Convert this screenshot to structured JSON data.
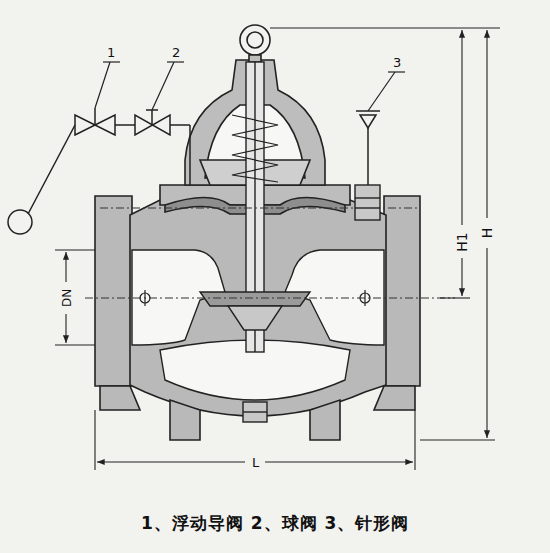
{
  "diagram": {
    "caption": "1、浮动导阀 2、球阀 3、针形阀",
    "labels": [
      "1",
      "2",
      "3",
      "H1",
      "H",
      "DN",
      "L"
    ]
  }
}
